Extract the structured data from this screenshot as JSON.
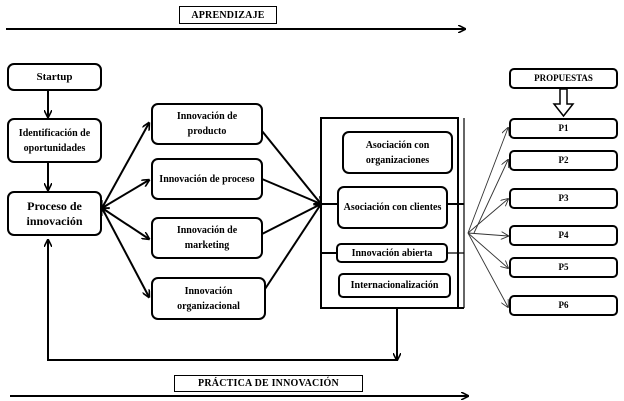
{
  "top_band": {
    "label": "APRENDIZAJE"
  },
  "bottom_band": {
    "label": "PRÁCTICA DE INNOVACIÓN"
  },
  "left_column": {
    "startup": "Startup",
    "identificacion": "Identificación de oportunidades",
    "proceso": "Proceso de innovación"
  },
  "innovation_types": [
    {
      "label": "Innovación de producto"
    },
    {
      "label": "Innovación de proceso"
    },
    {
      "label": "Innovación de marketing"
    },
    {
      "label": "Innovación organizacional"
    }
  ],
  "strategies": [
    {
      "label": "Asociación con organizaciones"
    },
    {
      "label": "Asociación con clientes"
    },
    {
      "label": "Innovación abierta"
    },
    {
      "label": "Internacionalización"
    }
  ],
  "proposals": {
    "header": "PROPUESTAS",
    "items": [
      {
        "label": "P1"
      },
      {
        "label": "P2"
      },
      {
        "label": "P3"
      },
      {
        "label": "P4"
      },
      {
        "label": "P5"
      },
      {
        "label": "P6"
      }
    ]
  }
}
